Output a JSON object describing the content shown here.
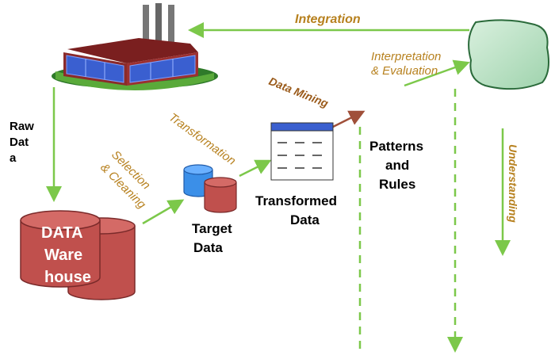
{
  "labels": {
    "integration": "Integration",
    "interpretation_line1": "Interpretation",
    "interpretation_line2": "& Evaluation",
    "data_mining": "Data Mining",
    "transformation": "Transformation",
    "selection_line1": "Selection",
    "selection_line2": "& Cleaning",
    "understanding": "Understanding",
    "raw_data_line1": "Raw",
    "raw_data_line2": "Dat",
    "raw_data_line3": "a",
    "patterns_line1": "Patterns",
    "patterns_line2": "and",
    "patterns_line3": "Rules",
    "transformed_line1": "Transformed",
    "transformed_line2": "Data",
    "target_line1": "Target",
    "target_line2": "Data",
    "warehouse_line1": "DATA",
    "warehouse_line2": "Ware",
    "warehouse_line3": "house"
  },
  "colors": {
    "arrow_green": "#7cc84a",
    "label_brown": "#b7811f",
    "cylinder_red": "#c0504d",
    "cylinder_blue": "#3b8fe8",
    "cloud_green": "#bfe3c8",
    "table_header": "#3a5fcf"
  },
  "icons": [
    "factory-icon",
    "cloud-icon",
    "data-warehouse-cylinders",
    "target-data-cylinders",
    "transformed-data-table-icon"
  ]
}
